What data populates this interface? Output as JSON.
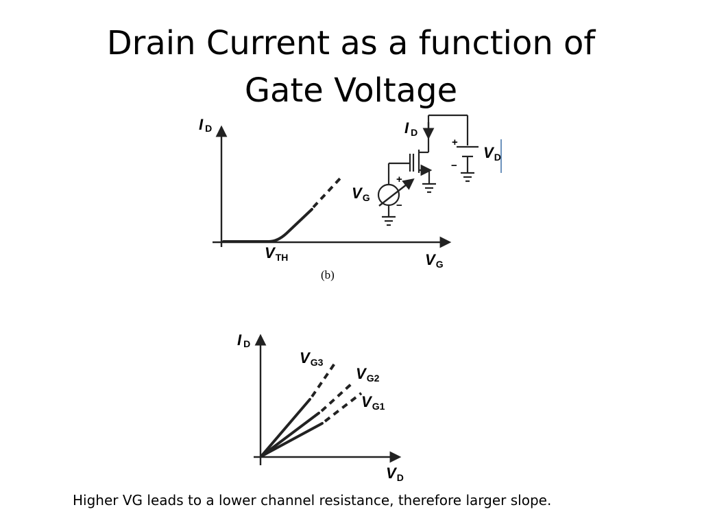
{
  "slide": {
    "title_line_1": "Drain Current as a function of",
    "title_line_2": "Gate Voltage",
    "caption": "Higher VG leads to a lower channel resistance, therefore larger slope."
  },
  "diagram_top": {
    "y_axis_label": "I",
    "y_axis_sub": "D",
    "x_axis_label": "V",
    "x_axis_sub": "G",
    "threshold_label": "V",
    "threshold_sub": "TH",
    "figure_tag": "(b)",
    "circuit": {
      "drain_current_label": "I",
      "drain_current_sub": "D",
      "drain_source_label": "V",
      "drain_source_sub": "D",
      "gate_source_label": "V",
      "gate_source_sub": "G",
      "plus_sign": "+",
      "minus_sign": "−"
    }
  },
  "diagram_bottom": {
    "y_axis_label": "I",
    "y_axis_sub": "D",
    "x_axis_label": "V",
    "x_axis_sub": "D",
    "curves": [
      {
        "label": "V",
        "sub": "G3"
      },
      {
        "label": "V",
        "sub": "G2"
      },
      {
        "label": "V",
        "sub": "G1"
      }
    ]
  }
}
